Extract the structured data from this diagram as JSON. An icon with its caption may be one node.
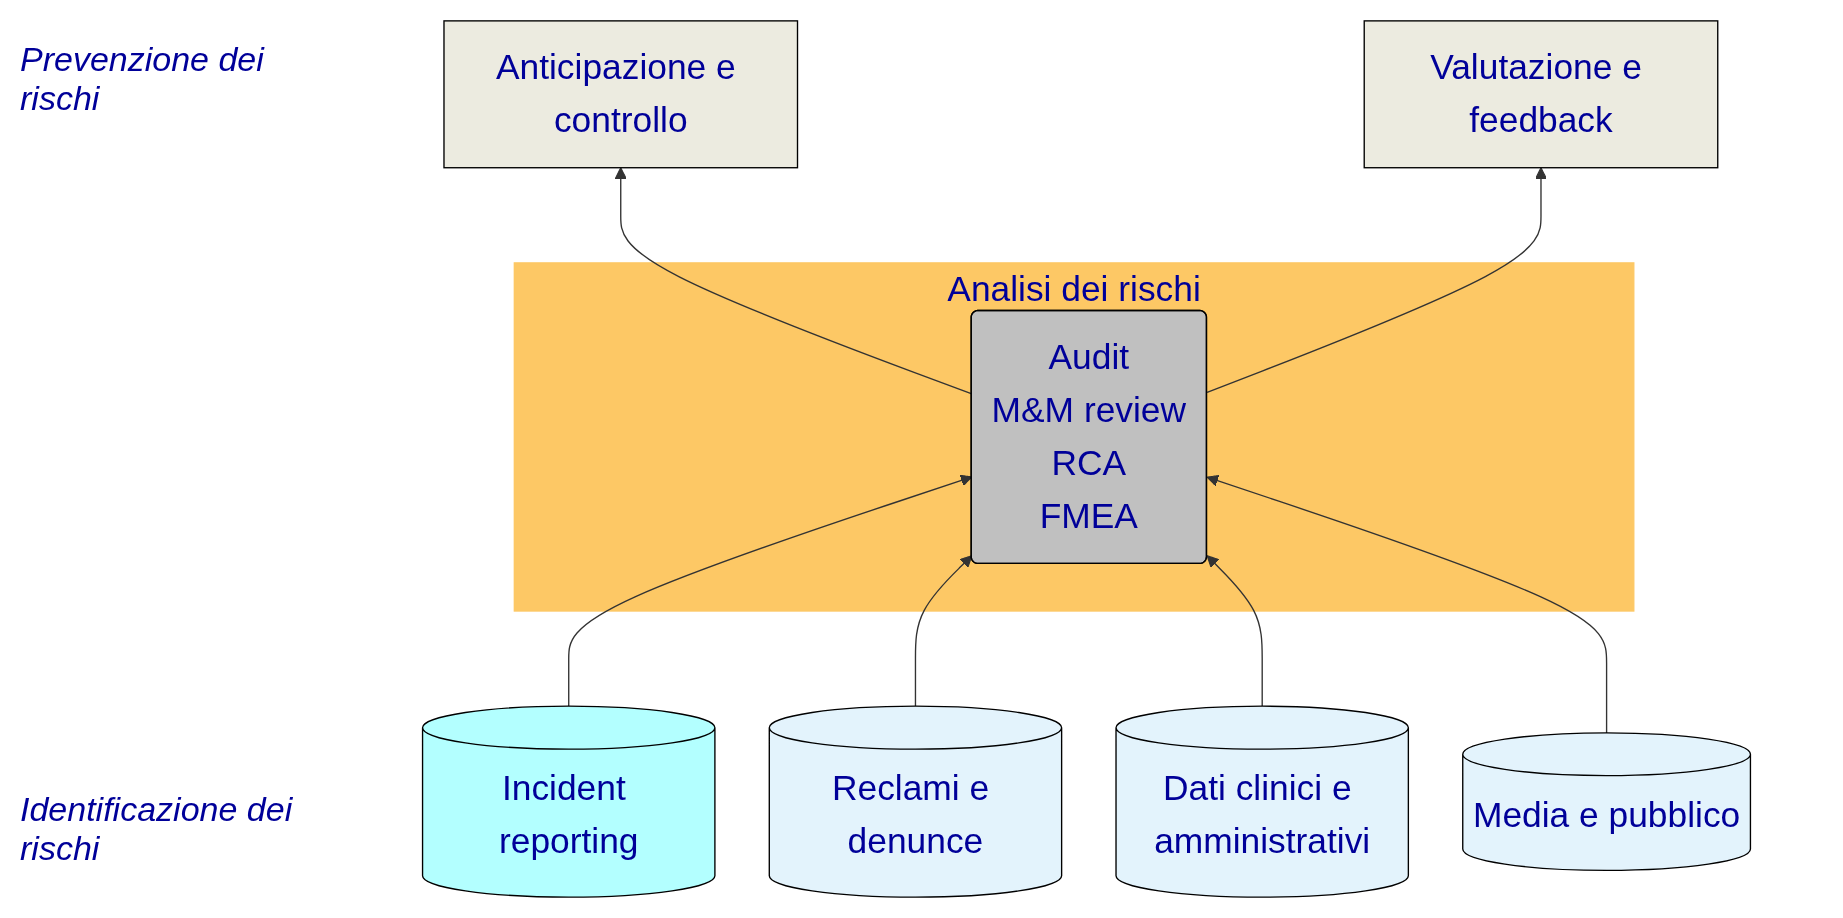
{
  "diagram": {
    "nodes": [
      {
        "text": [
          "Anticipazione e controllo"
        ]
      },
      {
        "text": [
          "Valutazione e feedback"
        ]
      },
      {
        "text": [
          "Analisi dei rischi"
        ]
      },
      {
        "text": [
          "Audit",
          "M&M review",
          "RCA",
          "FMEA"
        ],
        "in": 2
      },
      {
        "text": [
          "Incident reporting"
        ]
      },
      {
        "text": [
          "Reclami e denunce"
        ]
      },
      {
        "text": [
          "Dati clinici e amministrativi"
        ]
      },
      {
        "text": [
          "Media e pubblico"
        ]
      }
    ],
    "edges": [
      {
        "from": 3,
        "to": 0,
        "arrow": "to"
      },
      {
        "from": 3,
        "to": 1,
        "arrow": "to"
      },
      {
        "from": 4,
        "to": 3,
        "arrow": "to"
      },
      {
        "from": 5,
        "to": 3,
        "arrow": "to"
      },
      {
        "from": 6,
        "to": 3,
        "arrow": "to"
      },
      {
        "from": 7,
        "to": 3,
        "arrow": "to"
      }
    ],
    "labels": [
      "Prevenzione dei rischi",
      "Identificazione dei rischi"
    ]
  }
}
